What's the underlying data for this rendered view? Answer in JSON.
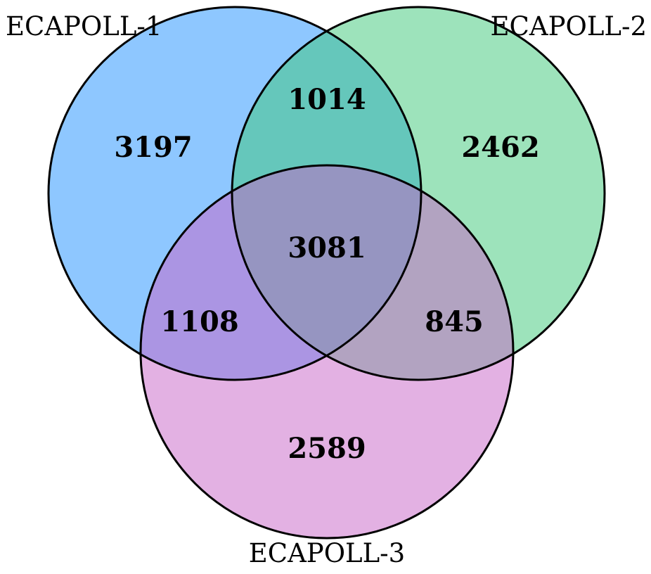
{
  "sets": [
    {
      "id": "s1",
      "label": "ECAPOLL-1",
      "color": "#1e90ff"
    },
    {
      "id": "s2",
      "label": "ECAPOLL-2",
      "color": "#3cc878"
    },
    {
      "id": "s3",
      "label": "ECAPOLL-3",
      "color": "#c864c8"
    }
  ],
  "regions": {
    "only_1": "3197",
    "only_2": "2462",
    "only_3": "2589",
    "one_two": "1014",
    "one_three": "1108",
    "two_three": "845",
    "all_three": "3081"
  },
  "style": {
    "fill_opacity": 0.5,
    "outline_color": "#000000"
  }
}
